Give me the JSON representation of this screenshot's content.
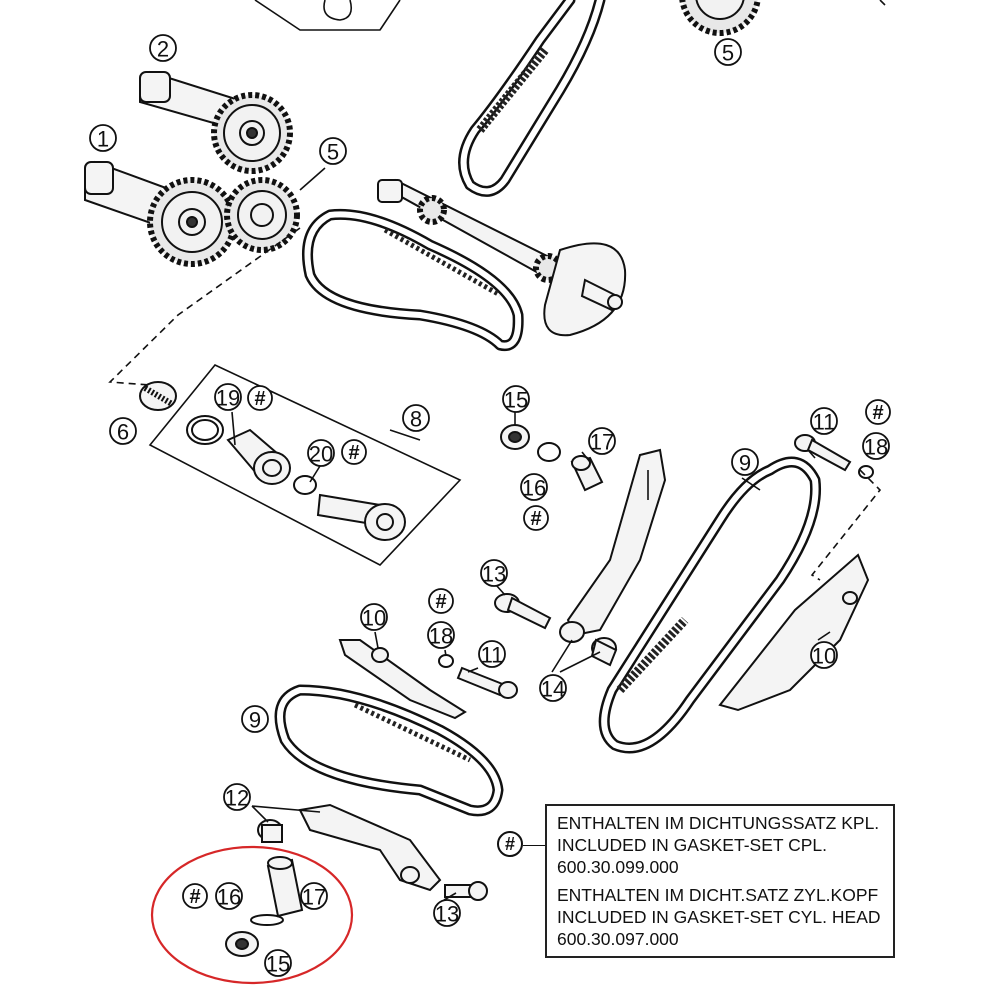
{
  "callouts": [
    {
      "id": "1",
      "label": "1"
    },
    {
      "id": "2",
      "label": "2"
    },
    {
      "id": "5a",
      "label": "5"
    },
    {
      "id": "5b",
      "label": "5"
    },
    {
      "id": "6",
      "label": "6"
    },
    {
      "id": "8",
      "label": "8"
    },
    {
      "id": "19",
      "label": "19"
    },
    {
      "id": "20",
      "label": "20"
    },
    {
      "id": "15a",
      "label": "15"
    },
    {
      "id": "16a",
      "label": "16"
    },
    {
      "id": "17a",
      "label": "17"
    },
    {
      "id": "9a",
      "label": "9"
    },
    {
      "id": "9b",
      "label": "9"
    },
    {
      "id": "11a",
      "label": "11"
    },
    {
      "id": "11b",
      "label": "11"
    },
    {
      "id": "18a",
      "label": "18"
    },
    {
      "id": "18b",
      "label": "18"
    },
    {
      "id": "10a",
      "label": "10"
    },
    {
      "id": "10b",
      "label": "10"
    },
    {
      "id": "13a",
      "label": "13"
    },
    {
      "id": "13b",
      "label": "13"
    },
    {
      "id": "14",
      "label": "14"
    },
    {
      "id": "12",
      "label": "12"
    },
    {
      "id": "16b",
      "label": "16"
    },
    {
      "id": "17b",
      "label": "17"
    },
    {
      "id": "15b",
      "label": "15"
    }
  ],
  "hash_symbol": "#",
  "legend": {
    "marker": "#",
    "lines_group1": [
      "ENTHALTEN IM DICHTUNGSSATZ KPL.",
      "INCLUDED IN GASKET-SET CPL.",
      "600.30.099.000"
    ],
    "lines_group2": [
      "ENTHALTEN IM DICHT.SATZ ZYL.KOPF",
      "INCLUDED IN GASKET-SET CYL. HEAD",
      "600.30.097.000"
    ]
  },
  "colors": {
    "line": "#111111",
    "highlight": "#d62728",
    "background": "#ffffff"
  }
}
